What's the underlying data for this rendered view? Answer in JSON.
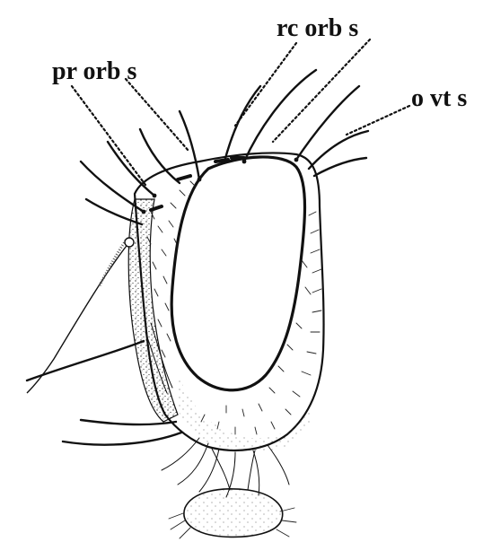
{
  "figure": {
    "labels": {
      "pr_orb_s": "pr orb s",
      "rc_orb_s": "rc orb s",
      "o_vt_s": "o vt s"
    }
  }
}
